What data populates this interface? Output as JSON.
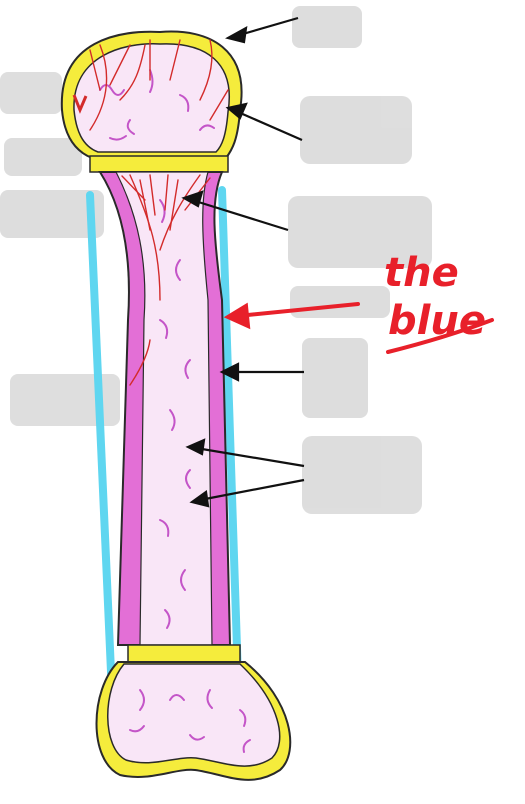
{
  "annotation": {
    "line1": "the",
    "line2": "blue",
    "color": "#e8202a"
  },
  "colors": {
    "outline": "#2a2a2a",
    "cartilage": "#f5ec3c",
    "periosteum": "#5fd6f0",
    "compact_bone": "#e36fd6",
    "marrow_cavity": "#f9e6f7",
    "vessel": "#d32b2b",
    "arrow": "#111111",
    "redaction": "#d9d9d9"
  },
  "redacted_labels_count": 10
}
